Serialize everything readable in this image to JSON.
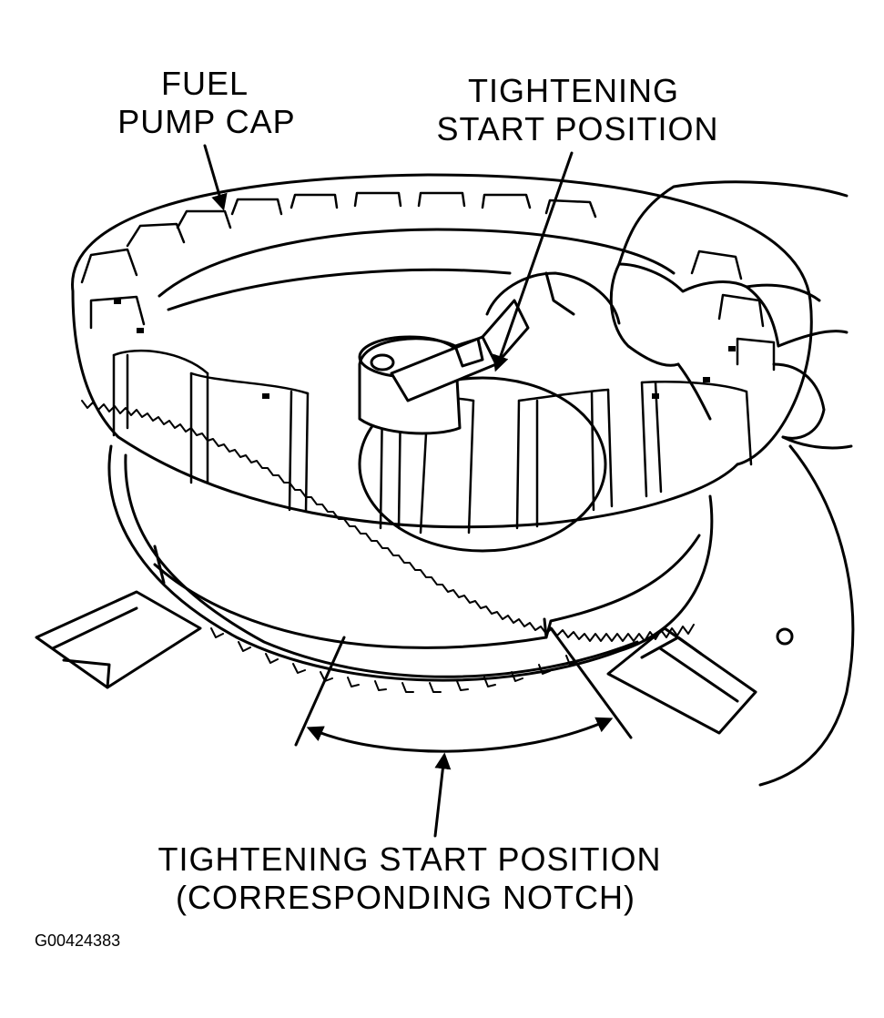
{
  "labels": {
    "fuel_pump_cap": [
      "FUEL",
      "PUMP CAP"
    ],
    "tightening_start_position_top": [
      "TIGHTENING",
      "START POSITION"
    ],
    "tightening_start_position_bottom": [
      "TIGHTENING START POSITION",
      "(CORRESPONDING NOTCH)"
    ],
    "figure_code": "G00424383"
  },
  "colors": {
    "ink": "#000000",
    "paper": "#ffffff"
  }
}
